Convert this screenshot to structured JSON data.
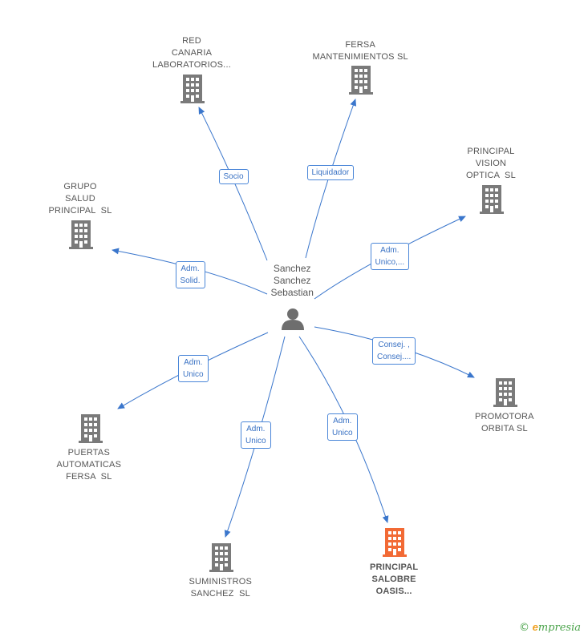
{
  "colors": {
    "edge": "#3a76cc",
    "building": "#7a7a7a",
    "building_highlight": "#f26a35",
    "person": "#6e6e6e"
  },
  "center": {
    "name_lines": [
      "Sanchez",
      "Sanchez",
      "Sebastian"
    ],
    "icon": "person-icon"
  },
  "companies": [
    {
      "id": "red-canaria",
      "lines": [
        "RED",
        "CANARIA",
        "LABORATORIOS..."
      ],
      "icon": "building-icon",
      "highlight": false
    },
    {
      "id": "fersa-mantenimientos",
      "lines": [
        "FERSA",
        "MANTENIMIENTOS SL"
      ],
      "icon": "building-icon",
      "highlight": false
    },
    {
      "id": "principal-vision",
      "lines": [
        "PRINCIPAL",
        "VISION",
        "OPTICA  SL"
      ],
      "icon": "building-icon",
      "highlight": false
    },
    {
      "id": "grupo-salud",
      "lines": [
        "GRUPO",
        "SALUD",
        "PRINCIPAL  SL"
      ],
      "icon": "building-icon",
      "highlight": false
    },
    {
      "id": "promotora-orbita",
      "lines": [
        "PROMOTORA",
        "ORBITA SL"
      ],
      "icon": "building-icon",
      "highlight": false
    },
    {
      "id": "puertas-automaticas",
      "lines": [
        "PUERTAS",
        "AUTOMATICAS",
        "FERSA  SL"
      ],
      "icon": "building-icon",
      "highlight": false
    },
    {
      "id": "suministros-sanchez",
      "lines": [
        "SUMINISTROS",
        "SANCHEZ  SL"
      ],
      "icon": "building-icon",
      "highlight": false
    },
    {
      "id": "principal-salobre",
      "lines": [
        "PRINCIPAL",
        "SALOBRE",
        "OASIS..."
      ],
      "icon": "building-icon",
      "highlight": true
    }
  ],
  "relations": [
    {
      "target": "red-canaria",
      "lines": [
        "Socio"
      ]
    },
    {
      "target": "fersa-mantenimientos",
      "lines": [
        "Liquidador"
      ]
    },
    {
      "target": "principal-vision",
      "lines": [
        "Adm.",
        "Unico,..."
      ]
    },
    {
      "target": "grupo-salud",
      "lines": [
        "Adm.",
        "Solid."
      ]
    },
    {
      "target": "promotora-orbita",
      "lines": [
        "Consej. ,",
        "Consej...."
      ]
    },
    {
      "target": "puertas-automaticas",
      "lines": [
        "Adm.",
        "Unico"
      ]
    },
    {
      "target": "suministros-sanchez",
      "lines": [
        "Adm.",
        "Unico"
      ]
    },
    {
      "target": "principal-salobre",
      "lines": [
        "Adm.",
        "Unico"
      ]
    }
  ],
  "footer": {
    "copyright": "©",
    "brand_initial": "e",
    "brand_rest": "mpresia"
  }
}
